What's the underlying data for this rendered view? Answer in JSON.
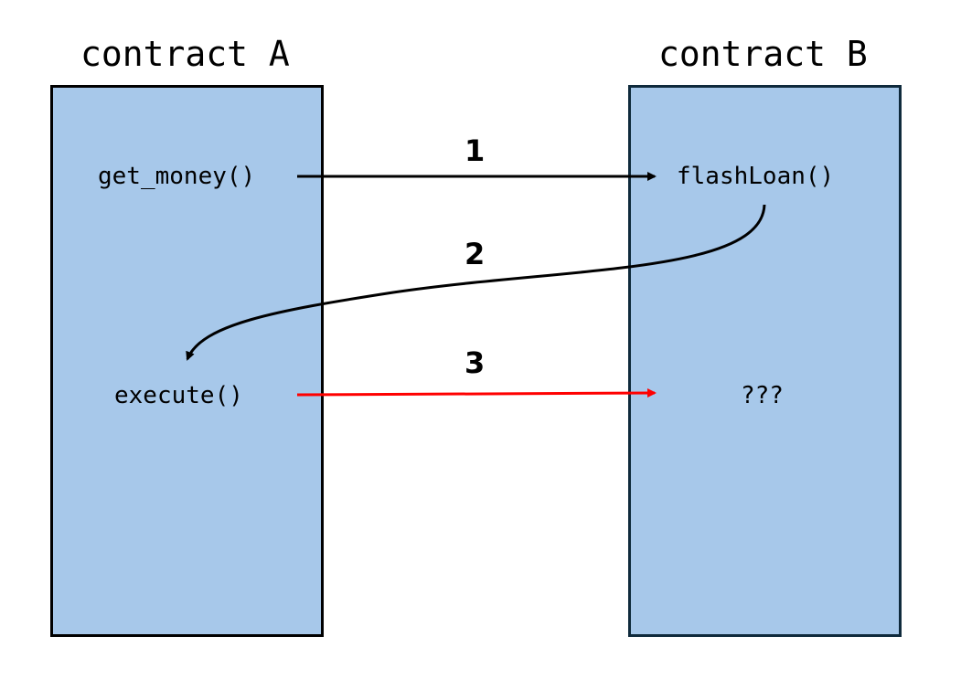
{
  "colors": {
    "box_fill": "#a7c8ea",
    "box_border_a": "#000000",
    "box_border_b": "#0f2a3c",
    "arrow_default": "#000000",
    "arrow_highlight": "#ff0000"
  },
  "contracts": [
    {
      "title": "contract A",
      "functions": [
        "get_money()",
        "execute()"
      ]
    },
    {
      "title": "contract B",
      "functions": [
        "flashLoan()",
        "???"
      ]
    }
  ],
  "calls": [
    {
      "label": "1",
      "from": "get_money()",
      "to": "flashLoan()",
      "color": "#000000"
    },
    {
      "label": "2",
      "from": "flashLoan()",
      "to": "execute()",
      "color": "#000000"
    },
    {
      "label": "3",
      "from": "execute()",
      "to": "???",
      "color": "#ff0000"
    }
  ]
}
